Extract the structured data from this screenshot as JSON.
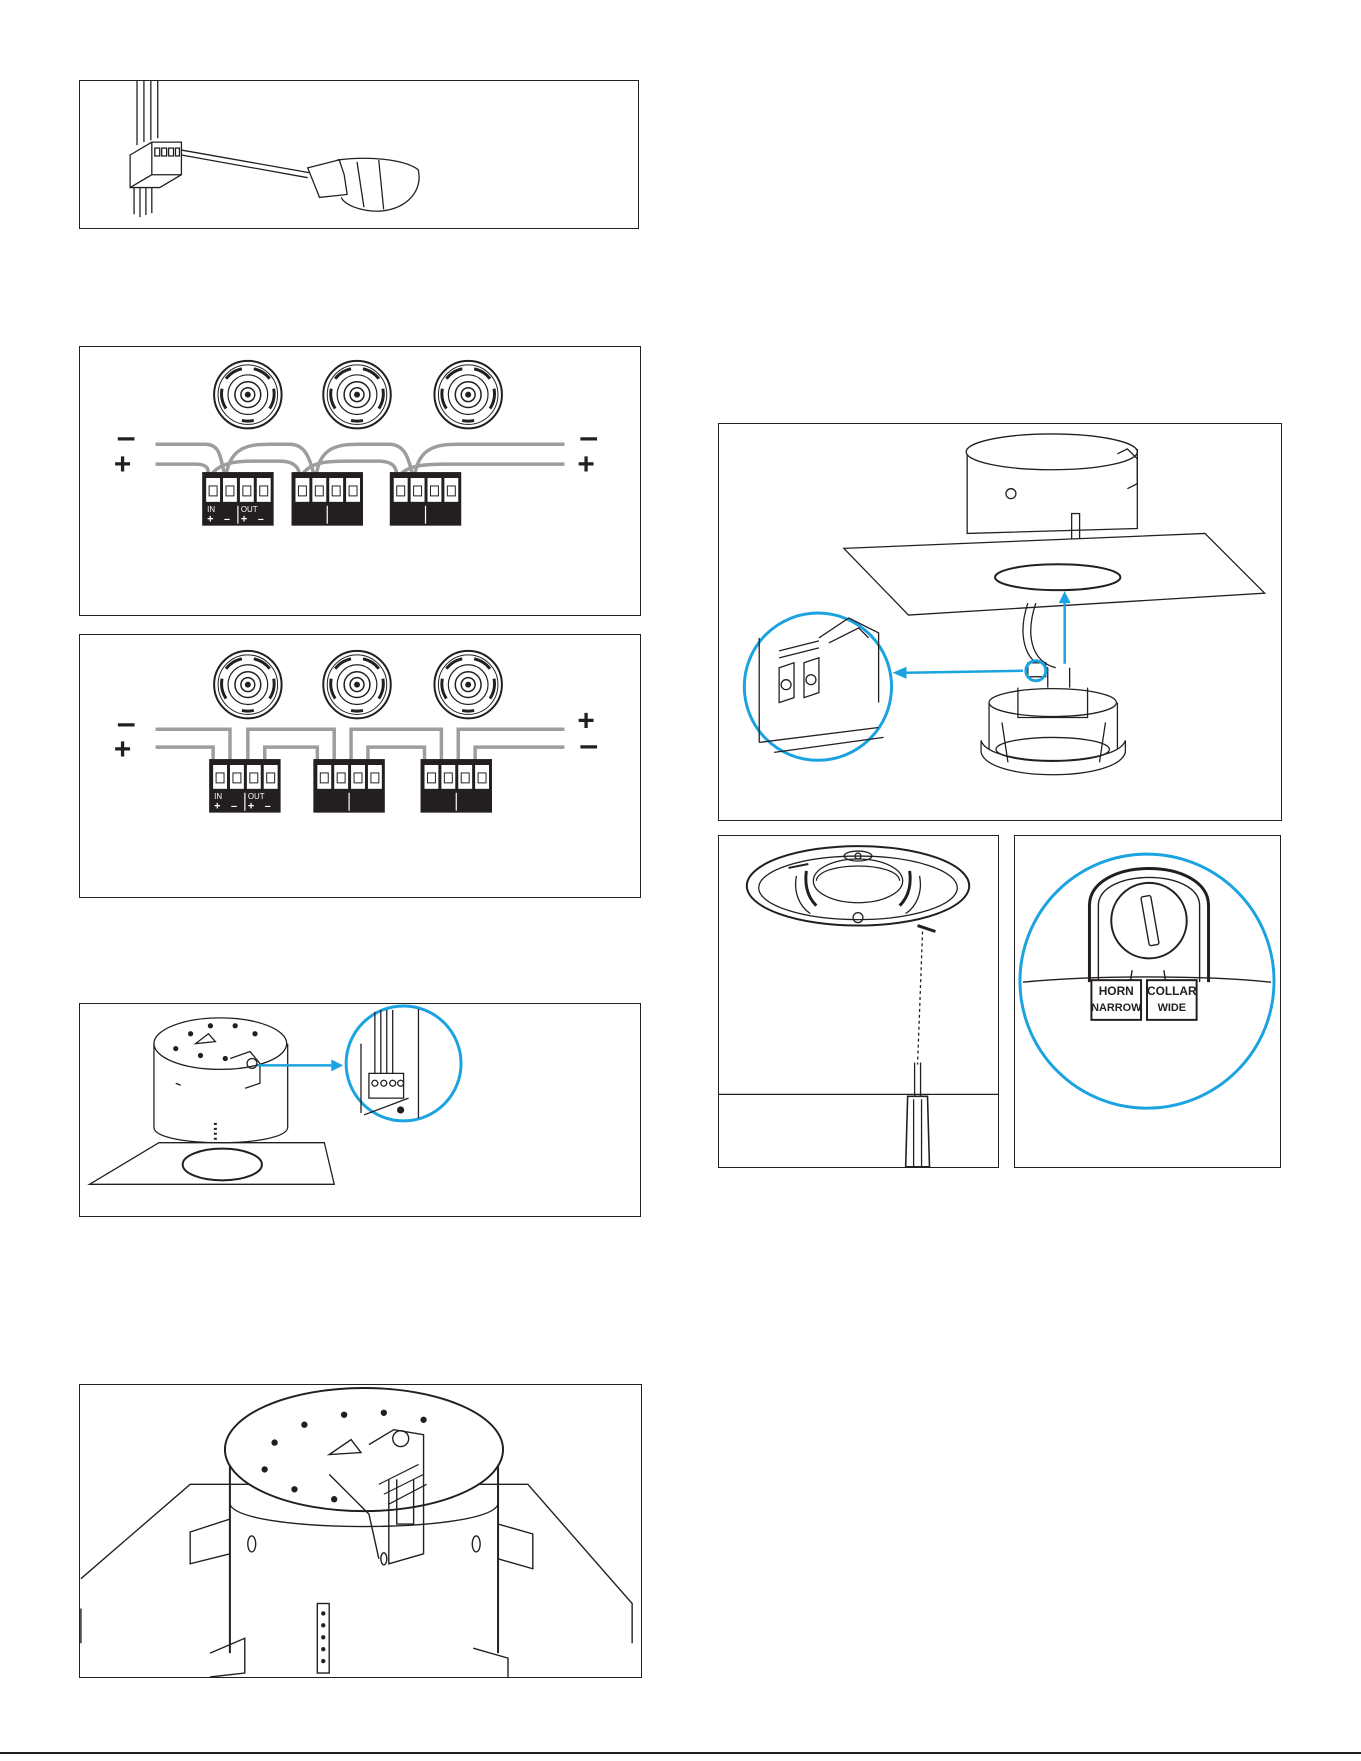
{
  "figures": {
    "screwdriver": {
      "icon": "screwdriver-terminal-icon"
    },
    "wiring_a": {
      "left_top_symbol": "–",
      "left_bottom_symbol": "+",
      "right_top_symbol": "–",
      "right_bottom_symbol": "+",
      "block_in_label": "IN",
      "block_out_label": "OUT",
      "block_sign_1": "+",
      "block_sign_2": "–",
      "block_sign_3": "+",
      "block_sign_4": "–"
    },
    "wiring_b": {
      "left_top_symbol": "–",
      "left_bottom_symbol": "+",
      "right_top_symbol": "+",
      "right_bottom_symbol": "–",
      "block_in_label": "IN",
      "block_out_label": "OUT",
      "block_sign_1": "+",
      "block_sign_2": "–",
      "block_sign_3": "+",
      "block_sign_4": "–"
    },
    "dispersion_switch": {
      "left_label_top": "HORN",
      "left_label_bottom": "NARROW",
      "right_label_top": "COLLAR",
      "right_label_bottom": "WIDE"
    }
  },
  "colors": {
    "line": "#231f20",
    "wire": "#9d9d9d",
    "accent": "#1aa3e0"
  }
}
